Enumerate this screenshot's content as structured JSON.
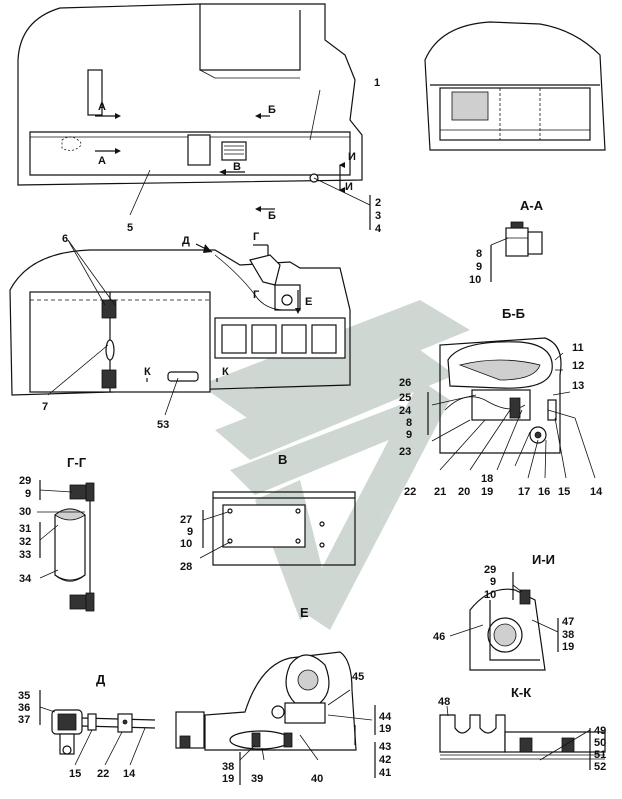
{
  "watermark_color": "#c7d1cc",
  "labels": {
    "l1": "1",
    "l5": "5",
    "l2": "2",
    "l3": "3",
    "l4": "4",
    "arrowA1": "А",
    "arrowA2": "А",
    "arrowB1": "Б",
    "arrowB2": "Б",
    "arrowI1": "И",
    "arrowI2": "И",
    "arrowV": "В",
    "l6": "6",
    "l7": "7",
    "l53": "53",
    "arrowD": "Д",
    "arrowG1": "Г",
    "arrowG2": "Г",
    "arrowE": "Е",
    "arrowK1": "К",
    "arrowK2": "К"
  },
  "sections": {
    "aa": {
      "title": "А-А",
      "callouts": [
        "8",
        "9",
        "10"
      ]
    },
    "bb": {
      "title": "Б-Б",
      "left": [
        "26",
        "25",
        "24",
        "8",
        "9",
        "23"
      ],
      "right": [
        "11",
        "12",
        "13"
      ],
      "bottom": [
        "22",
        "21",
        "20",
        "18",
        "19",
        "17",
        "16",
        "15",
        "14"
      ]
    },
    "gg": {
      "title": "Г-Г",
      "callouts": [
        "29",
        "9",
        "30",
        "31",
        "32",
        "33",
        "34"
      ]
    },
    "v": {
      "title": "В",
      "callouts": [
        "27",
        "9",
        "10",
        "28"
      ]
    },
    "ii": {
      "title": "И-И",
      "callouts": [
        "29",
        "9",
        "10",
        "47",
        "38",
        "19",
        "46"
      ]
    },
    "e": {
      "title": "Е",
      "callouts": [
        "45",
        "44",
        "19",
        "43",
        "42",
        "41",
        "38",
        "19",
        "39",
        "40"
      ]
    },
    "d": {
      "title": "Д",
      "callouts": [
        "35",
        "36",
        "37",
        "15",
        "22",
        "14"
      ]
    },
    "kk": {
      "title": "К-К",
      "callouts": [
        "48",
        "49",
        "50",
        "51",
        "52"
      ]
    }
  }
}
